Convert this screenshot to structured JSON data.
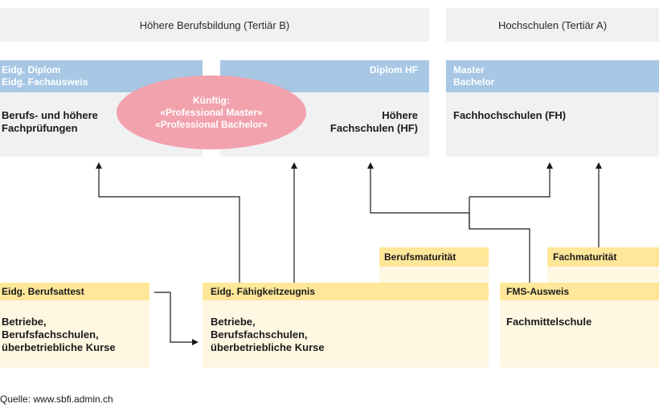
{
  "header": {
    "tertiary_b": "Höhere Berufsbildung (Tertiär B)",
    "tertiary_a": "Hochschulen (Tertiär A)"
  },
  "tertiary_b": {
    "left": {
      "label": "Eidg. Diplom\nEidg. Fachausweis",
      "text": "Berufs- und höhere\nFachprüfungen"
    },
    "right": {
      "label": "Diplom HF",
      "text": "Höhere\nFachschulen (HF)"
    },
    "future": "Künftig:\n«Professional Master»\n«Professional Bachelor»"
  },
  "tertiary_a": {
    "label": "Master\nBachelor",
    "text": "Fachhochschulen (FH)"
  },
  "secondary": {
    "berufsmaturitaet": "Berufsmaturität",
    "fachmaturitaet": "Fachmaturität",
    "attest": {
      "label": "Eidg. Berufsattest",
      "text": "Betriebe,\nBerufsfachschulen,\nüberbetriebliche Kurse"
    },
    "efz": {
      "label": "Eidg. Fähigkeitzeugnis",
      "text": "Betriebe,\nBerufsfachschulen,\nüberbetriebliche Kurse"
    },
    "fms": {
      "label": "FMS-Ausweis",
      "text": "Fachmittelschule"
    }
  },
  "source": "Quelle: www.sbfi.admin.ch",
  "colors": {
    "header_gray": "#f0f1f3",
    "label_blue": "#a7c7e5",
    "label_yellow": "#ffe79a",
    "body_yellow": "#fff7e2",
    "future_pink": "#f2a2ad"
  }
}
